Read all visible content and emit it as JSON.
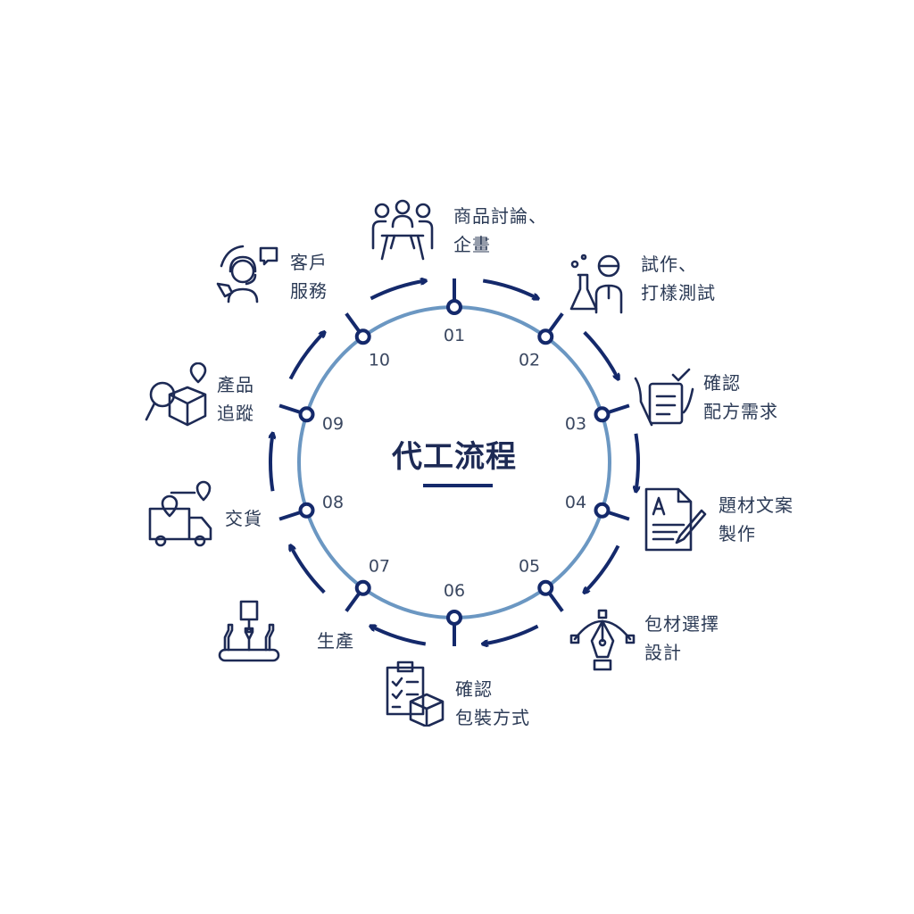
{
  "title": "代工流程",
  "colors": {
    "ring": "#6b97c2",
    "accent": "#14296b",
    "text": "#2b3a55"
  },
  "steps": [
    {
      "num": "01",
      "lines": [
        "商品討論、",
        "企畫"
      ],
      "icon": "meeting-icon"
    },
    {
      "num": "02",
      "lines": [
        "試作、",
        "打樣測試"
      ],
      "icon": "scientist-icon"
    },
    {
      "num": "03",
      "lines": [
        "確認",
        "配方需求"
      ],
      "icon": "checklist-hand-icon"
    },
    {
      "num": "04",
      "lines": [
        "題材文案",
        "製作"
      ],
      "icon": "document-pen-icon"
    },
    {
      "num": "05",
      "lines": [
        "包材選擇",
        "設計"
      ],
      "icon": "pen-tool-icon"
    },
    {
      "num": "06",
      "lines": [
        "確認",
        "包裝方式"
      ],
      "icon": "clipboard-box-icon"
    },
    {
      "num": "07",
      "lines": [
        "生產"
      ],
      "icon": "production-line-icon"
    },
    {
      "num": "08",
      "lines": [
        "交貨"
      ],
      "icon": "delivery-truck-icon"
    },
    {
      "num": "09",
      "lines": [
        "產品",
        "追蹤"
      ],
      "icon": "package-tracking-icon"
    },
    {
      "num": "10",
      "lines": [
        "客戶",
        "服務"
      ],
      "icon": "customer-service-icon"
    }
  ]
}
